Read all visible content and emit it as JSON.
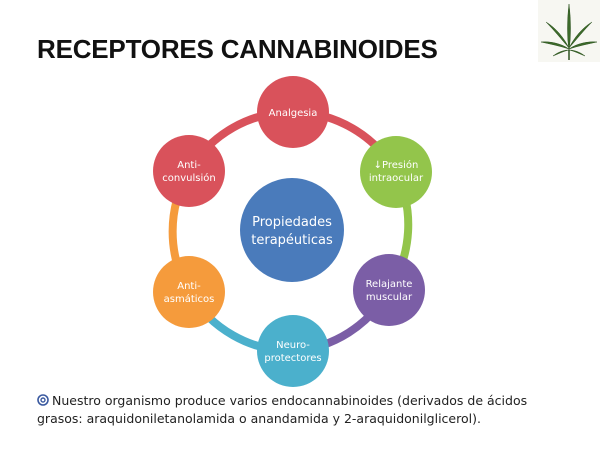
{
  "slide": {
    "title": "RECEPTORES CANNABINOIDES",
    "footer_text": "Nuestro organismo produce varios endocannabinoides (derivados de ácidos grasos: araquidoniletanolamida o anandamida y 2-araquidonilglicerol)."
  },
  "logo": {
    "icon": "cannabis-leaf-icon"
  },
  "diagram": {
    "center": {
      "lines": [
        "Propiedades",
        "terapéuticas"
      ],
      "color": "#4a7bbb"
    },
    "nodes": [
      {
        "id": "analgesia",
        "lines": [
          "Analgesia"
        ],
        "color": "#d9525b"
      },
      {
        "id": "presion",
        "lines": [
          "↓Presión",
          "intraocular"
        ],
        "color": "#93c54b"
      },
      {
        "id": "relajante",
        "lines": [
          "Relajante",
          "muscular"
        ],
        "color": "#7b5ea6"
      },
      {
        "id": "neuro",
        "lines": [
          "Neuro-",
          "protectores"
        ],
        "color": "#4bb0cc"
      },
      {
        "id": "antiasmaticos",
        "lines": [
          "Anti-",
          "asmáticos"
        ],
        "color": "#f59b3c"
      },
      {
        "id": "anticonvulsion",
        "lines": [
          "Anti-",
          "convulsión"
        ],
        "color": "#d9525b"
      }
    ]
  }
}
